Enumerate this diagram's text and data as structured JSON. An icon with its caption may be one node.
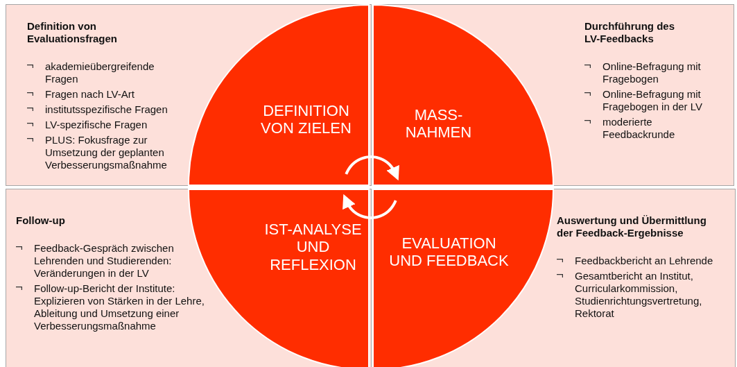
{
  "diagram": {
    "nodes": [
      {
        "text": [
          "Definition von Evaluationsfragen",
          "akademieübergreifende Fragen",
          "Fragen nach LV-Art",
          "institutsspezifische Fragen",
          "LV-spezifische Fragen",
          "PLUS: Fokusfrage zur Umsetzung der geplanten Verbesserungsmaßnahme"
        ]
      },
      {
        "text": [
          "Durchführung des LV-Feedbacks",
          "Online-Befragung mit Fragebogen",
          "Online-Befragung mit Fragebogen in der LV",
          "moderierte Feedbackrunde"
        ]
      },
      {
        "text": [
          "Follow-up",
          "Feedback-Gespräch zwischen Lehrenden und Studierenden: Veränderungen in der LV",
          "Follow-up-Bericht der Institute: Explizieren von Stärken in der Lehre, Ableitung und Umsetzung einer Verbesserungsmaßnahme"
        ]
      },
      {
        "text": [
          "Auswertung und Übermittlung der Feedback-Ergebnisse",
          "Feedbackbericht an Lehrende",
          "Gesamtbericht an Institut, Curricularkommission, Studienrichtungsvertretung, Rektorat"
        ]
      },
      {
        "text": [
          "DEFINITION VON ZIELEN"
        ],
        "in": 0
      },
      {
        "text": [
          "MASS- NAHMEN"
        ],
        "in": 1
      },
      {
        "text": [
          "IST-ANALYSE UND REFLEXION"
        ],
        "in": 2
      },
      {
        "text": [
          "EVALUATION UND FEEDBACK"
        ],
        "in": 3
      }
    ],
    "edges": [
      {
        "from": 4,
        "to": 5,
        "arrow": "to"
      },
      {
        "from": 7,
        "to": 6,
        "arrow": "to"
      }
    ]
  }
}
